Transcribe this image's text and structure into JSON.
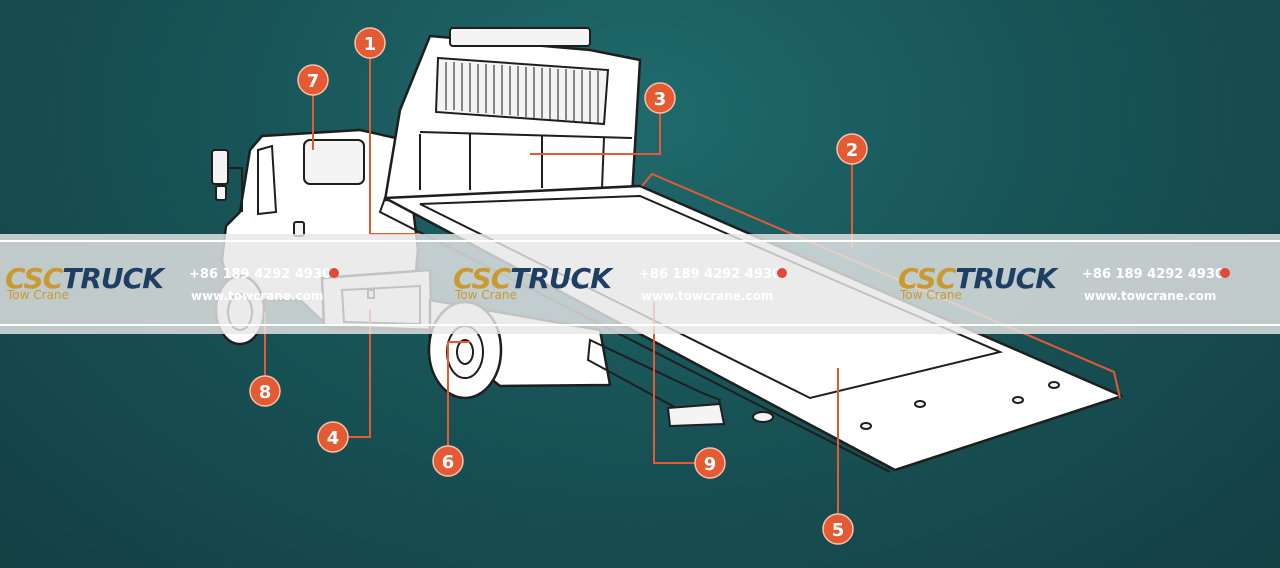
{
  "callouts": [
    {
      "num": "1",
      "color": "#e35a33"
    },
    {
      "num": "2",
      "color": "#e35a33"
    },
    {
      "num": "3",
      "color": "#e35a33"
    },
    {
      "num": "4",
      "color": "#e35a33"
    },
    {
      "num": "5",
      "color": "#e35a33"
    },
    {
      "num": "6",
      "color": "#e35a33"
    },
    {
      "num": "7",
      "color": "#e35a33"
    },
    {
      "num": "8",
      "color": "#e35a33"
    },
    {
      "num": "9",
      "color": "#e35a33"
    }
  ],
  "watermark": {
    "brand_csc": "CSC",
    "brand_truck": "TRUCK",
    "subtitle": "Tow Crane",
    "phone": "+86 189 4292 4930",
    "website": "www.towcrane.com",
    "brand_color": "#c99a30",
    "brand_dark_color": "#1f3e63"
  },
  "colors": {
    "background": "#185457",
    "accent": "#e35a33",
    "band": "#e6e6e6"
  }
}
